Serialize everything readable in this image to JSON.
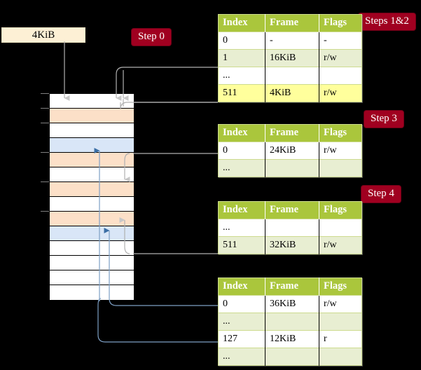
{
  "diagram": {
    "title_hidden": "",
    "background": "#000000",
    "colors": {
      "badge_bg": "#a00020",
      "badge_text": "#ffffff",
      "table_header_bg": "#aac63c",
      "table_alt_row_bg": "#e8eed2",
      "table_highlight_bg": "#ffff9c",
      "size_box_bg": "#fdf0d5",
      "mem_orange": "#fce0c8",
      "mem_blue": "#d9e6f7",
      "wire_gray": "#b0b0b0",
      "wire_blue": "#7d9fc4",
      "arrow_gray": "#c8c8c8",
      "arrow_blue": "#3a6ea5"
    }
  },
  "size_box": {
    "label": "4KiB"
  },
  "badges": [
    {
      "id": "step-0",
      "label": "Step 0"
    },
    {
      "id": "steps-1-2",
      "label": "Steps 1&2"
    },
    {
      "id": "step-3",
      "label": "Step 3"
    },
    {
      "id": "step-4",
      "label": "Step 4"
    }
  ],
  "tables": [
    {
      "id": "table-level-0",
      "columns": [
        "Index",
        "Frame",
        "Flags"
      ],
      "rows": [
        {
          "style": "plain",
          "highlight": false,
          "cells": [
            "0",
            "-",
            "-"
          ]
        },
        {
          "style": "alt",
          "highlight": false,
          "cells": [
            "1",
            "16KiB",
            "r/w"
          ]
        },
        {
          "style": "plain",
          "highlight": false,
          "cells": [
            "...",
            "",
            ""
          ]
        },
        {
          "style": "alt",
          "highlight": true,
          "cells": [
            "511",
            "4KiB",
            "r/w"
          ]
        }
      ]
    },
    {
      "id": "table-level-1",
      "columns": [
        "Index",
        "Frame",
        "Flags"
      ],
      "rows": [
        {
          "style": "plain",
          "highlight": false,
          "cells": [
            "0",
            "24KiB",
            "r/w"
          ]
        },
        {
          "style": "alt",
          "highlight": false,
          "cells": [
            "...",
            "",
            ""
          ]
        }
      ]
    },
    {
      "id": "table-level-2",
      "columns": [
        "Index",
        "Frame",
        "Flags"
      ],
      "rows": [
        {
          "style": "plain",
          "highlight": false,
          "cells": [
            "...",
            "",
            ""
          ]
        },
        {
          "style": "alt",
          "highlight": false,
          "cells": [
            "511",
            "32KiB",
            "r/w"
          ]
        }
      ]
    },
    {
      "id": "table-level-3",
      "columns": [
        "Index",
        "Frame",
        "Flags"
      ],
      "rows": [
        {
          "style": "plain",
          "highlight": false,
          "cells": [
            "0",
            "36KiB",
            "r/w"
          ]
        },
        {
          "style": "alt",
          "highlight": false,
          "cells": [
            "...",
            "",
            ""
          ]
        },
        {
          "style": "plain",
          "highlight": false,
          "cells": [
            "127",
            "12KiB",
            "r"
          ]
        },
        {
          "style": "alt",
          "highlight": false,
          "cells": [
            "...",
            "",
            ""
          ]
        }
      ]
    }
  ],
  "memory_column": {
    "rows": [
      {
        "index": 0,
        "fill": "white"
      },
      {
        "index": 1,
        "fill": "orange"
      },
      {
        "index": 2,
        "fill": "white"
      },
      {
        "index": 3,
        "fill": "blue"
      },
      {
        "index": 4,
        "fill": "orange"
      },
      {
        "index": 5,
        "fill": "white"
      },
      {
        "index": 6,
        "fill": "orange"
      },
      {
        "index": 7,
        "fill": "white"
      },
      {
        "index": 8,
        "fill": "orange"
      },
      {
        "index": 9,
        "fill": "blue"
      },
      {
        "index": 10,
        "fill": "white"
      },
      {
        "index": 11,
        "fill": "white"
      },
      {
        "index": 12,
        "fill": "white"
      },
      {
        "index": 13,
        "fill": "white"
      }
    ]
  }
}
